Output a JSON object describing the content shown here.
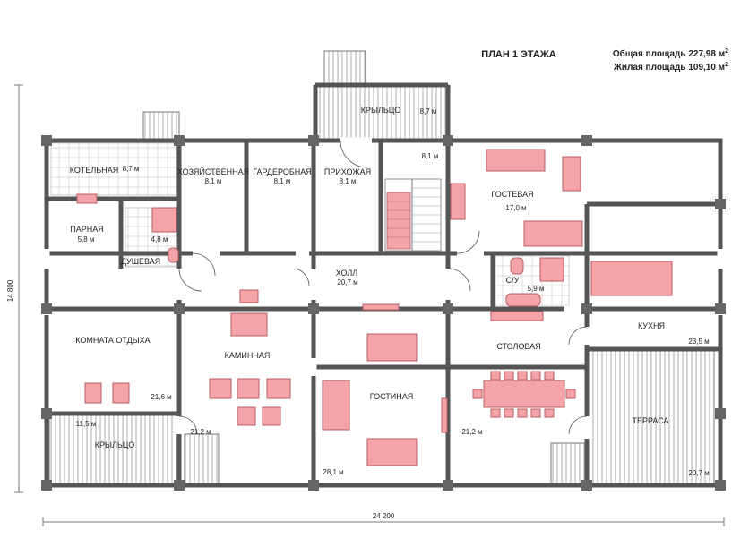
{
  "header": {
    "title": "ПЛАН 1 ЭТАЖА",
    "total_area": "Общая площадь 227,98 м",
    "living_area": "Жилая площадь 109,10 м",
    "sup": "2"
  },
  "dimensions": {
    "width": "24 200",
    "height": "14 800"
  },
  "rooms": {
    "porch_top": {
      "name": "КРЫЛЬЦО",
      "area": "8,7 м"
    },
    "boiler": {
      "name": "КОТЕЛЬНАЯ",
      "area": "8,7 м"
    },
    "utility": {
      "name": "ХОЗЯЙСТВЕННАЯ",
      "area": "8,1 м"
    },
    "wardrobe": {
      "name": "ГАРДЕРОБНАЯ",
      "area": "8,1 м"
    },
    "entrance": {
      "name": "ПРИХОЖАЯ",
      "area": "8,1 м"
    },
    "stair": {
      "area": "8,1 м"
    },
    "guest": {
      "name": "ГОСТЕВАЯ",
      "area": "17,0 м"
    },
    "steam": {
      "name": "ПАРНАЯ",
      "area": "5,8 м"
    },
    "shower_area": {
      "area": "4,8 м"
    },
    "shower": {
      "name": "ДУШЕВАЯ"
    },
    "hall": {
      "name": "ХОЛЛ",
      "area": "20,7 м"
    },
    "wc": {
      "name": "С/У",
      "area": "5,9 м"
    },
    "rest": {
      "name": "КОМНАТА ОТДЫХА",
      "area": "21,6 м"
    },
    "fireplace": {
      "name": "КАМИННАЯ",
      "area": "21,2 м"
    },
    "living": {
      "name": "ГОСТИНАЯ",
      "area": "28,1 м"
    },
    "dining": {
      "name": "СТОЛОВАЯ",
      "area": "21,2 м"
    },
    "kitchen": {
      "name": "КУХНЯ",
      "area": "23,5 м"
    },
    "terrace": {
      "name": "ТЕРРАСА",
      "area": "20,7 м"
    },
    "porch_bottom": {
      "name": "КРЫЛЬЦО",
      "area": "11,5 м"
    }
  }
}
